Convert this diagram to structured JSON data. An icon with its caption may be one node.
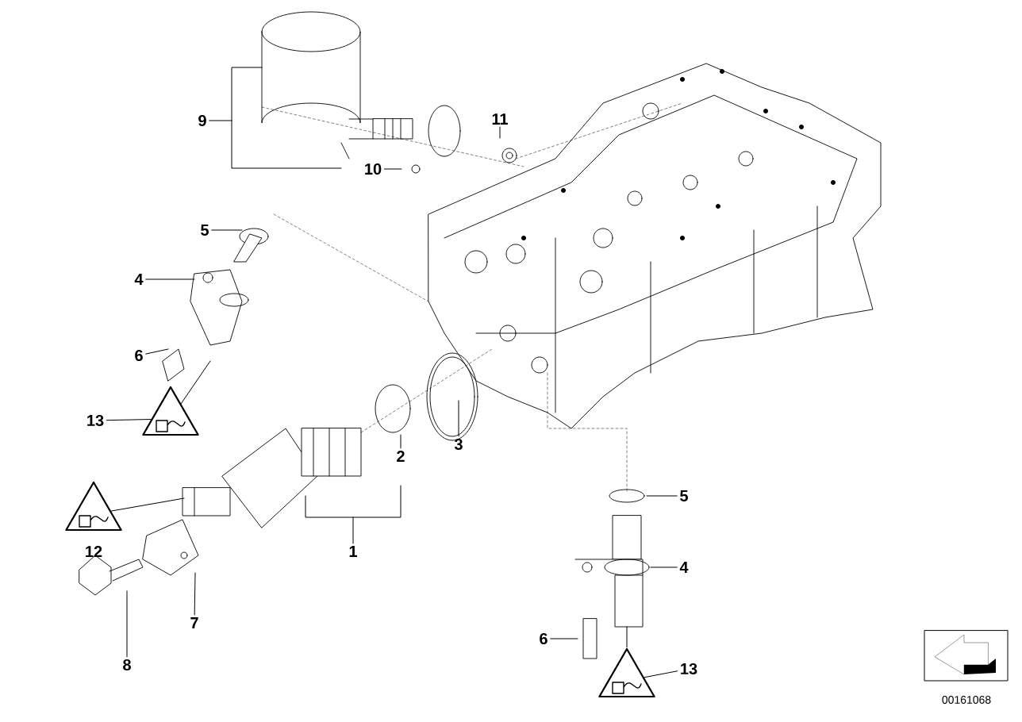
{
  "diagram": {
    "nodes": [
      {
        "text": [
          "9"
        ]
      },
      {
        "text": [
          "11"
        ]
      },
      {
        "text": [
          "10"
        ]
      },
      {
        "text": [
          "5"
        ]
      },
      {
        "text": [
          "4"
        ]
      },
      {
        "text": [
          "6"
        ]
      },
      {
        "text": [
          "13"
        ]
      },
      {
        "text": [],
        "shape": "triangle"
      },
      {
        "text": [
          "3"
        ]
      },
      {
        "text": [
          "2"
        ]
      },
      {
        "text": [],
        "shape": "triangle"
      },
      {
        "text": [
          "1"
        ]
      },
      {
        "text": [
          "5"
        ]
      },
      {
        "text": [
          "7"
        ]
      },
      {
        "text": [
          "4"
        ]
      },
      {
        "text": [
          "8"
        ]
      },
      {
        "text": [
          "6"
        ]
      },
      {
        "text": [],
        "shape": "triangle"
      },
      {
        "text": [
          "13"
        ]
      }
    ],
    "edges": [
      {
        "from": 0,
        "to": null,
        "arrow": "none"
      },
      {
        "from": 2,
        "to": null,
        "arrow": "none"
      },
      {
        "from": 1,
        "to": null,
        "arrow": "none"
      },
      {
        "from": 3,
        "to": null,
        "arrow": "none"
      },
      {
        "from": 4,
        "to": null,
        "arrow": "none"
      },
      {
        "from": 5,
        "to": null,
        "arrow": "none"
      },
      {
        "from": 6,
        "to": 7,
        "arrow": "none"
      },
      {
        "from": 7,
        "to": null,
        "arrow": "none"
      },
      {
        "from": 8,
        "to": null,
        "arrow": "none"
      },
      {
        "from": 9,
        "to": null,
        "arrow": "none"
      },
      {
        "from": 10,
        "to": null,
        "arrow": "none"
      },
      {
        "from": 11,
        "to": null,
        "arrow": "none"
      },
      {
        "from": 12,
        "to": null,
        "arrow": "none"
      },
      {
        "from": 13,
        "to": null,
        "arrow": "none"
      },
      {
        "from": 14,
        "to": null,
        "arrow": "none"
      },
      {
        "from": 15,
        "to": null,
        "arrow": "none"
      },
      {
        "from": 16,
        "to": null,
        "arrow": "none"
      },
      {
        "from": 18,
        "to": 17,
        "arrow": "none"
      },
      {
        "from": 17,
        "to": null,
        "arrow": "none"
      }
    ],
    "labels": [
      "12",
      "00161068"
    ]
  }
}
